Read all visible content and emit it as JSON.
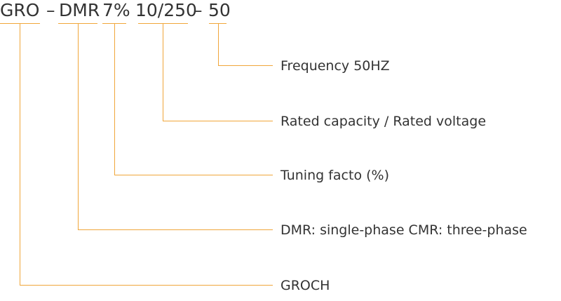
{
  "accent_color": "#f0a63a",
  "text_color": "#333333",
  "code_parts": [
    {
      "id": "groch",
      "text": "GRO"
    },
    {
      "id": "dash1",
      "text": "–"
    },
    {
      "id": "phase",
      "text": "DMR"
    },
    {
      "id": "tuning",
      "text": "7%"
    },
    {
      "id": "capacity",
      "text": "10/250"
    },
    {
      "id": "dash2",
      "text": "–"
    },
    {
      "id": "frequency",
      "text": "50"
    }
  ],
  "labels": [
    {
      "id": "frequency",
      "text": "Frequency 50HZ"
    },
    {
      "id": "capacity",
      "text": "Rated capacity / Rated voltage"
    },
    {
      "id": "tuning",
      "text": "Tuning facto (%)"
    },
    {
      "id": "phase",
      "text": "DMR: single-phase CMR: three-phase"
    },
    {
      "id": "groch",
      "text": "GROCH"
    }
  ]
}
